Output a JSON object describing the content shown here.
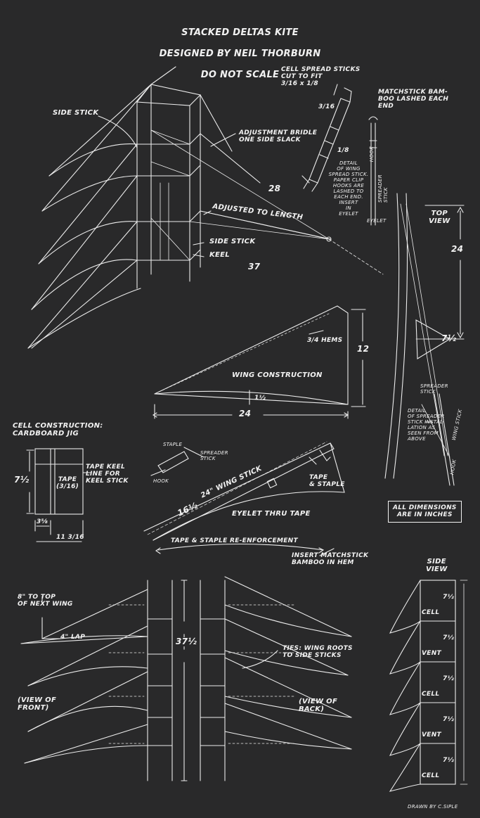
{
  "title": {
    "line1": "STACKED DELTAS KITE",
    "line2": "DESIGNED BY NEIL THORBURN",
    "line3": "DO NOT SCALE"
  },
  "main": {
    "side_stick_top": "SIDE STICK",
    "adjustment_bridle": "ADJUSTMENT BRIDLE\nONE SIDE SLACK",
    "adjusted_to_length": "ADJUSTED TO LENGTH",
    "side_stick_mid": "SIDE STICK",
    "keel": "KEEL",
    "dim_28": "28",
    "dim_37": "37"
  },
  "spread_sticks": {
    "title": "CELL SPREAD STICKS\nCUT TO FIT\n3/16 x 1/8",
    "dim_a": "3/16",
    "dim_b": "1/8",
    "matchstick": "MATCHSTICK BAM-\nBOO LASHED EACH\nEND",
    "detail": "DETAIL\nOF WING\nSPREAD STICK.\nPAPER CLIP\nHOOKS ARE\nLASHED TO\nEACH END.\nINSERT\nIN\nEYELET",
    "hook": "HOOK",
    "spreader_stick": "SPREADER\nSTICK",
    "eyelet": "EYELET"
  },
  "top_view": {
    "label": "TOP\nVIEW",
    "dim_24": "24",
    "dim_7_5": "7½"
  },
  "wing": {
    "hems": "3/4 HEMS",
    "dim_12": "12",
    "label": "WING CONSTRUCTION",
    "dim_1_5": "1½",
    "dim_24": "24"
  },
  "spreader_detail": {
    "spreader_stick": "SPREADER\nSTICK",
    "detail": "DETAIL\nOF SPREADER\nSTICK INSTAL-\nLATION AS\nSEEN FROM\nABOVE",
    "wing_stick": "WING STICK",
    "hook": "HOOK"
  },
  "cell": {
    "title": "CELL CONSTRUCTION:\nCARDBOARD JIG",
    "dim_7_5": "7½",
    "tape": "TAPE\n(3/16)",
    "tape_keel": "TAPE KEEL\nLINE FOR\nKEEL STICK",
    "dim_3_5_8": "3⅝",
    "dim_11_3_16": "11 3/16"
  },
  "wing_stick": {
    "staple": "STAPLE",
    "spreader_stick": "SPREADER\nSTICK",
    "hook": "HOOK",
    "wing_stick": "24\" WING STICK",
    "dim_16_5": "16½",
    "tape_staple": "TAPE\n& STAPLE",
    "eyelet_thru_tape": "EYELET THRU TAPE",
    "reinforcement": "TAPE & STAPLE RE-ENFORCEMENT",
    "insert_matchstick": "INSERT MATCHSTICK\nBAMBOO IN HEM"
  },
  "note": "ALL DIMENSIONS\nARE IN INCHES",
  "front": {
    "to_top": "8\" TO TOP\nOF NEXT WING",
    "lap": "4\" LAP",
    "view": "(VIEW OF\nFRONT)",
    "dim_37_5": "37½"
  },
  "back": {
    "ties": "TIES: WING ROOTS\nTO SIDE STICKS",
    "view": "(VIEW OF\nBACK)"
  },
  "side_view": {
    "label": "SIDE\nVIEW",
    "dims": [
      "7½",
      "7½",
      "7½",
      "7½",
      "7½"
    ],
    "cells": [
      "CELL",
      "VENT",
      "CELL",
      "VENT",
      "CELL"
    ]
  },
  "credit": "DRAWN BY C.SIPLE"
}
